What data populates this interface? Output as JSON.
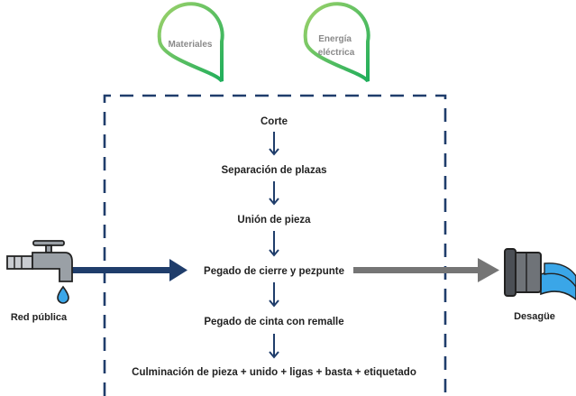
{
  "inputs": [
    {
      "label_lines": [
        "Materiales"
      ]
    },
    {
      "label_lines": [
        "Energía",
        "eléctrica"
      ]
    }
  ],
  "steps": [
    "Corte",
    "Separación de plazas",
    "Unión de pieza",
    "Pegado de cierre y pezpunte",
    "Pegado de cinta con remalle",
    "Culminación de pieza + unido + ligas + basta + etiquetado"
  ],
  "source": {
    "label": "Red pública",
    "icon": "faucet-icon"
  },
  "output": {
    "label": "Desagüe",
    "icon": "drain-pipe-icon"
  },
  "colors": {
    "pin_gradient_start": "#9ed26a",
    "pin_gradient_end": "#1fae5b",
    "boundary": "#1f3d6b",
    "flow_in": "#1f3d6b",
    "flow_out": "#757575",
    "water": "#3aa6e8"
  }
}
